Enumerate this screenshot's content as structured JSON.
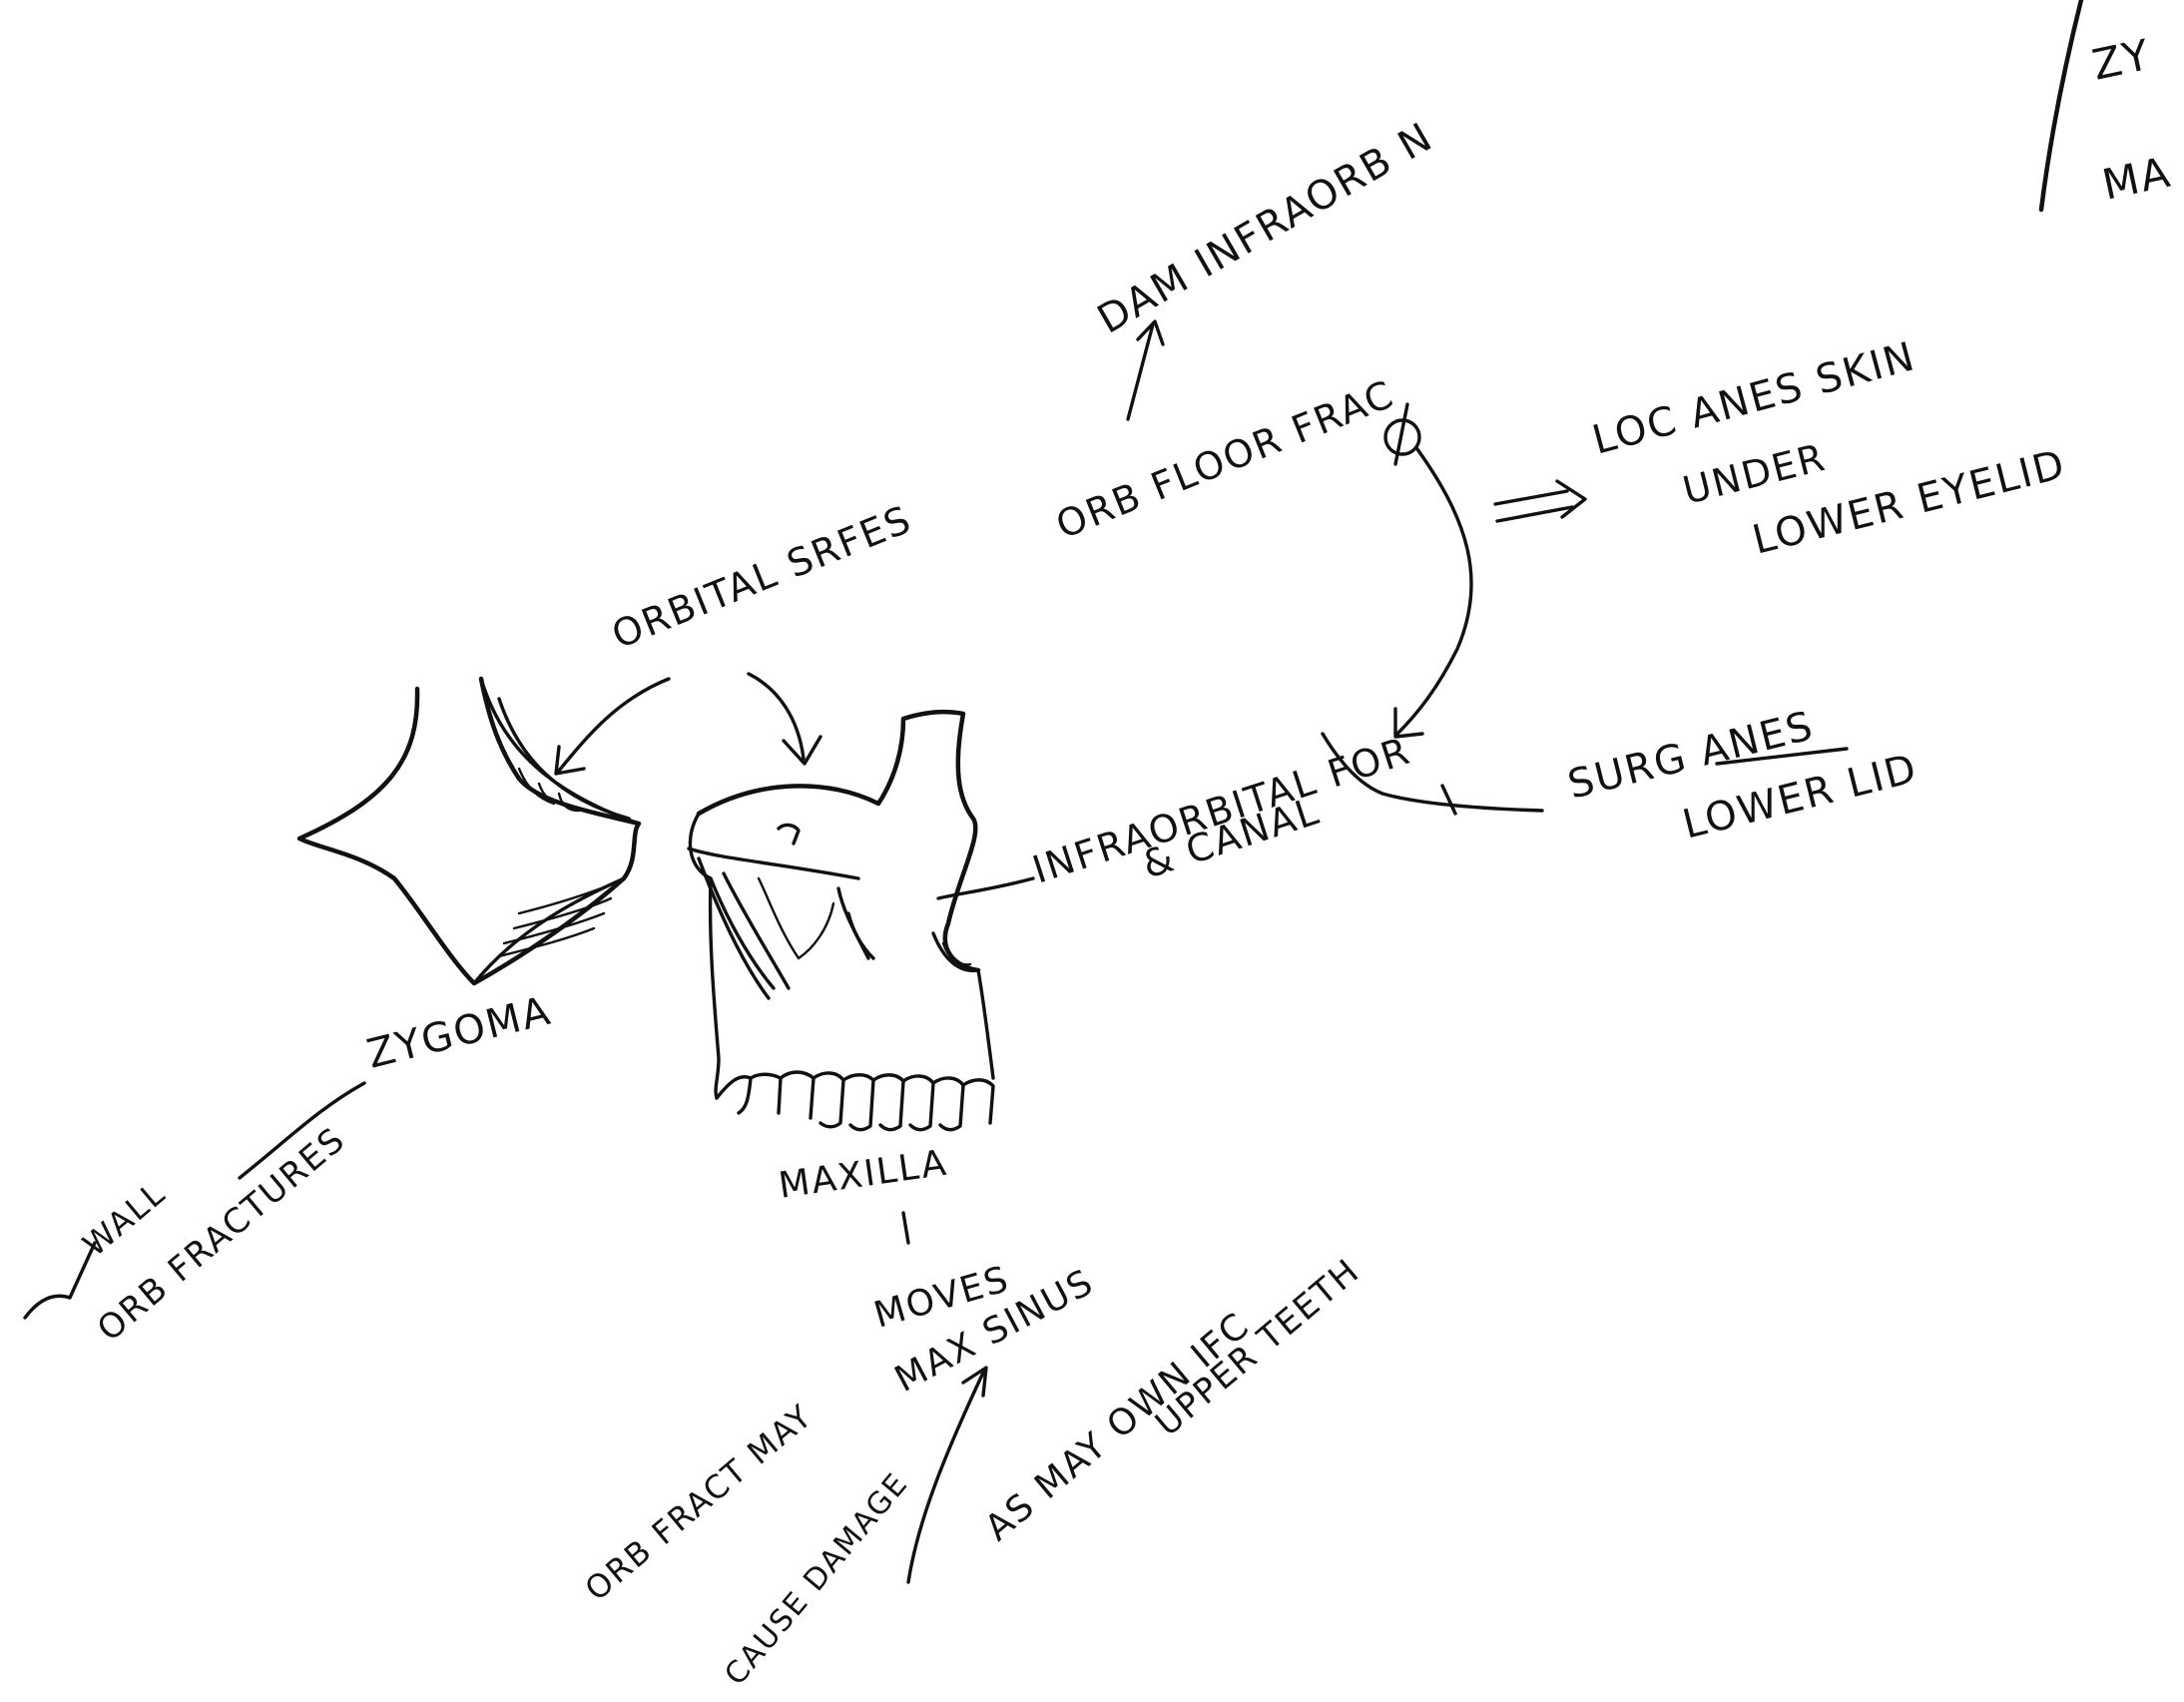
{
  "labels": {
    "dam_infraorb": "DAM INFRAORB N",
    "orb_floor_frac": "ORB FLOOR FRAC",
    "loc_anes_skin": "LOC ANES SKIN",
    "under": "UNDER",
    "lower_eyelid": "LOWER EYELID",
    "orbital_surf": "ORBITAL SRFES",
    "infraorbital_for": "INFRAORBITAL FOR",
    "and_canal": "& CANAL",
    "surg_anes": "SURG ANES",
    "lower_lid": "LOWER LID",
    "zygoma": "ZYGOMA",
    "maxilla": "MAXILLA",
    "moves": "MOVES",
    "max_sinus": "MAX SINUS",
    "lat_wall": "WALL",
    "orb_fractures": "ORB FRACTURES",
    "orb_fract_may": "ORB FRACT MAY",
    "cause_damage": "CAUSE DAMAGE",
    "as_may": "AS MAY OWN IFC",
    "upper_teeth": "UPPER TEETH",
    "top_right_1": "ZY",
    "top_right_2": "MA"
  },
  "colors": {
    "ink": "#111111",
    "paper": "#ffffff"
  }
}
